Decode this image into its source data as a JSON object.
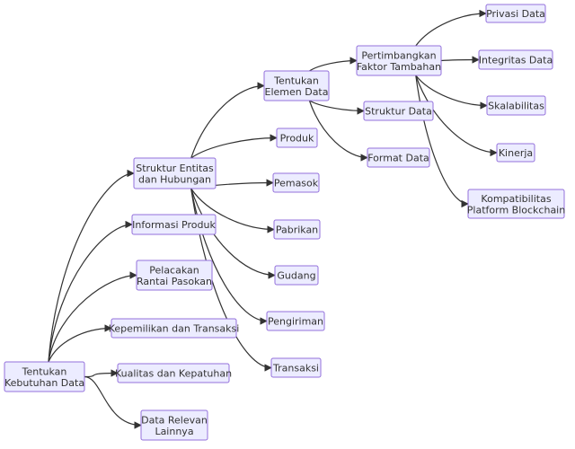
{
  "nodes": {
    "tentukan_kebutuhan_data": {
      "lines": [
        "Tentukan",
        "Kebutuhan Data"
      ]
    },
    "struktur_entitas": {
      "lines": [
        "Struktur Entitas",
        "dan Hubungan"
      ]
    },
    "informasi_produk": {
      "lines": [
        "Informasi Produk"
      ]
    },
    "pelacakan_rantai_pasokan": {
      "lines": [
        "Pelacakan",
        "Rantai Pasokan"
      ]
    },
    "kepemilikan_transaksi": {
      "lines": [
        "Kepemilikan dan Transaksi"
      ]
    },
    "kualitas_kepatuhan": {
      "lines": [
        "Kualitas dan Kepatuhan"
      ]
    },
    "data_relevan_lainnya": {
      "lines": [
        "Data Relevan",
        "Lainnya"
      ]
    },
    "tentukan_elemen_data": {
      "lines": [
        "Tentukan",
        "Elemen Data"
      ]
    },
    "produk": {
      "lines": [
        "Produk"
      ]
    },
    "pemasok": {
      "lines": [
        "Pemasok"
      ]
    },
    "pabrikan": {
      "lines": [
        "Pabrikan"
      ]
    },
    "gudang": {
      "lines": [
        "Gudang"
      ]
    },
    "pengiriman": {
      "lines": [
        "Pengiriman"
      ]
    },
    "transaksi": {
      "lines": [
        "Transaksi"
      ]
    },
    "pertimbangkan_faktor": {
      "lines": [
        "Pertimbangkan",
        "Faktor Tambahan"
      ]
    },
    "struktur_data": {
      "lines": [
        "Struktur Data"
      ]
    },
    "format_data": {
      "lines": [
        "Format Data"
      ]
    },
    "privasi_data": {
      "lines": [
        "Privasi Data"
      ]
    },
    "integritas_data": {
      "lines": [
        "Integritas Data"
      ]
    },
    "skalabilitas": {
      "lines": [
        "Skalabilitas"
      ]
    },
    "kinerja": {
      "lines": [
        "Kinerja"
      ]
    },
    "kompatibilitas": {
      "lines": [
        "Kompatibilitas",
        "Platform Blockchain"
      ]
    }
  },
  "edges": [
    [
      "tentukan_kebutuhan_data",
      "struktur_entitas"
    ],
    [
      "tentukan_kebutuhan_data",
      "informasi_produk"
    ],
    [
      "tentukan_kebutuhan_data",
      "pelacakan_rantai_pasokan"
    ],
    [
      "tentukan_kebutuhan_data",
      "kepemilikan_transaksi"
    ],
    [
      "tentukan_kebutuhan_data",
      "kualitas_kepatuhan"
    ],
    [
      "tentukan_kebutuhan_data",
      "data_relevan_lainnya"
    ],
    [
      "struktur_entitas",
      "tentukan_elemen_data"
    ],
    [
      "struktur_entitas",
      "produk"
    ],
    [
      "struktur_entitas",
      "pemasok"
    ],
    [
      "struktur_entitas",
      "pabrikan"
    ],
    [
      "struktur_entitas",
      "gudang"
    ],
    [
      "struktur_entitas",
      "pengiriman"
    ],
    [
      "struktur_entitas",
      "transaksi"
    ],
    [
      "tentukan_elemen_data",
      "pertimbangkan_faktor"
    ],
    [
      "tentukan_elemen_data",
      "struktur_data"
    ],
    [
      "tentukan_elemen_data",
      "format_data"
    ],
    [
      "pertimbangkan_faktor",
      "privasi_data"
    ],
    [
      "pertimbangkan_faktor",
      "integritas_data"
    ],
    [
      "pertimbangkan_faktor",
      "skalabilitas"
    ],
    [
      "pertimbangkan_faktor",
      "kinerja"
    ],
    [
      "pertimbangkan_faktor",
      "kompatibilitas"
    ]
  ]
}
